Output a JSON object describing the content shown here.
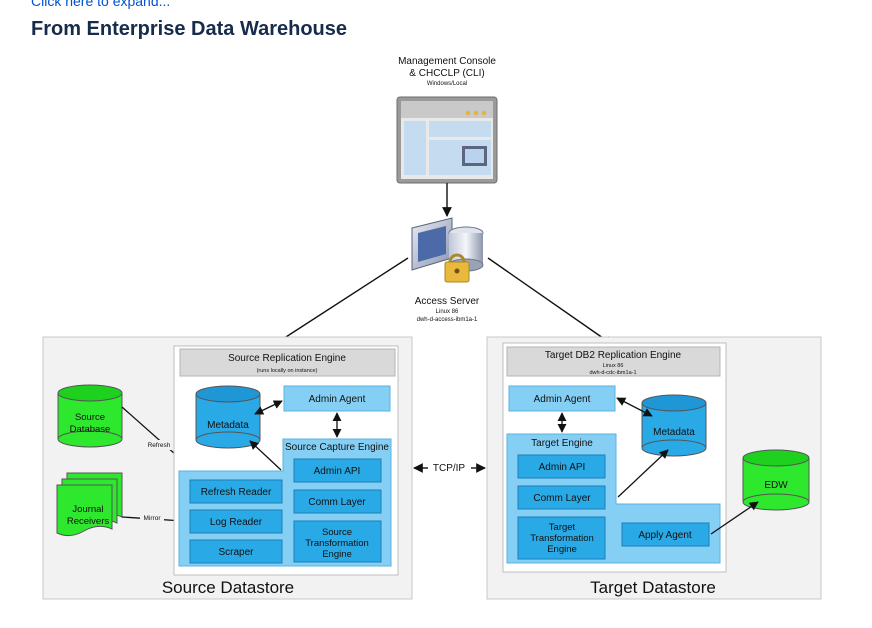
{
  "page": {
    "expand_link": "Click here to expand...",
    "heading": "From Enterprise Data Warehouse"
  },
  "diagram": {
    "console": {
      "title_line1": "Management Console",
      "title_line2": "& CHCCLP (CLI)",
      "subtitle": "Windows/Local"
    },
    "access_server": {
      "title": "Access Server",
      "line1": "Linux 86",
      "line2": "dwh-d-access-ibm1a-1"
    },
    "source": {
      "datastore_label": "Source Datastore",
      "source_database": [
        "Source",
        "Database"
      ],
      "journal_receivers": [
        "Journal",
        "Receivers"
      ],
      "refresh_label": "Refresh",
      "mirror_label": "Mirror",
      "engine_title": "Source Replication Engine",
      "engine_note": "(runs locally on instance)",
      "metadata": "Metadata",
      "admin_agent": "Admin Agent",
      "capture_engine": "Source Capture Engine",
      "admin_api": "Admin API",
      "comm_layer": "Comm Layer",
      "transformation": [
        "Source",
        "Transformation",
        "Engine"
      ],
      "refresh_reader": "Refresh Reader",
      "log_reader": "Log Reader",
      "scraper": "Scraper"
    },
    "link": {
      "label": "TCP/IP"
    },
    "target": {
      "datastore_label": "Target Datastore",
      "engine_title": "Target DB2 Replication Engine",
      "engine_line1": "Linux 86",
      "engine_line2": "dwh-d-cdc-ibm1a-1",
      "admin_agent": "Admin Agent",
      "metadata": "Metadata",
      "target_engine": "Target Engine",
      "admin_api": "Admin API",
      "comm_layer": "Comm Layer",
      "transformation": [
        "Target",
        "Transformation",
        "Engine"
      ],
      "apply_agent": "Apply Agent",
      "edw": "EDW"
    },
    "colors": {
      "light_blue": "#85cff5",
      "box_blue": "#29a9e6",
      "green": "#2ee82e",
      "gray_panel": "#f2f2f2",
      "header_gray": "#d9d9d9"
    }
  }
}
